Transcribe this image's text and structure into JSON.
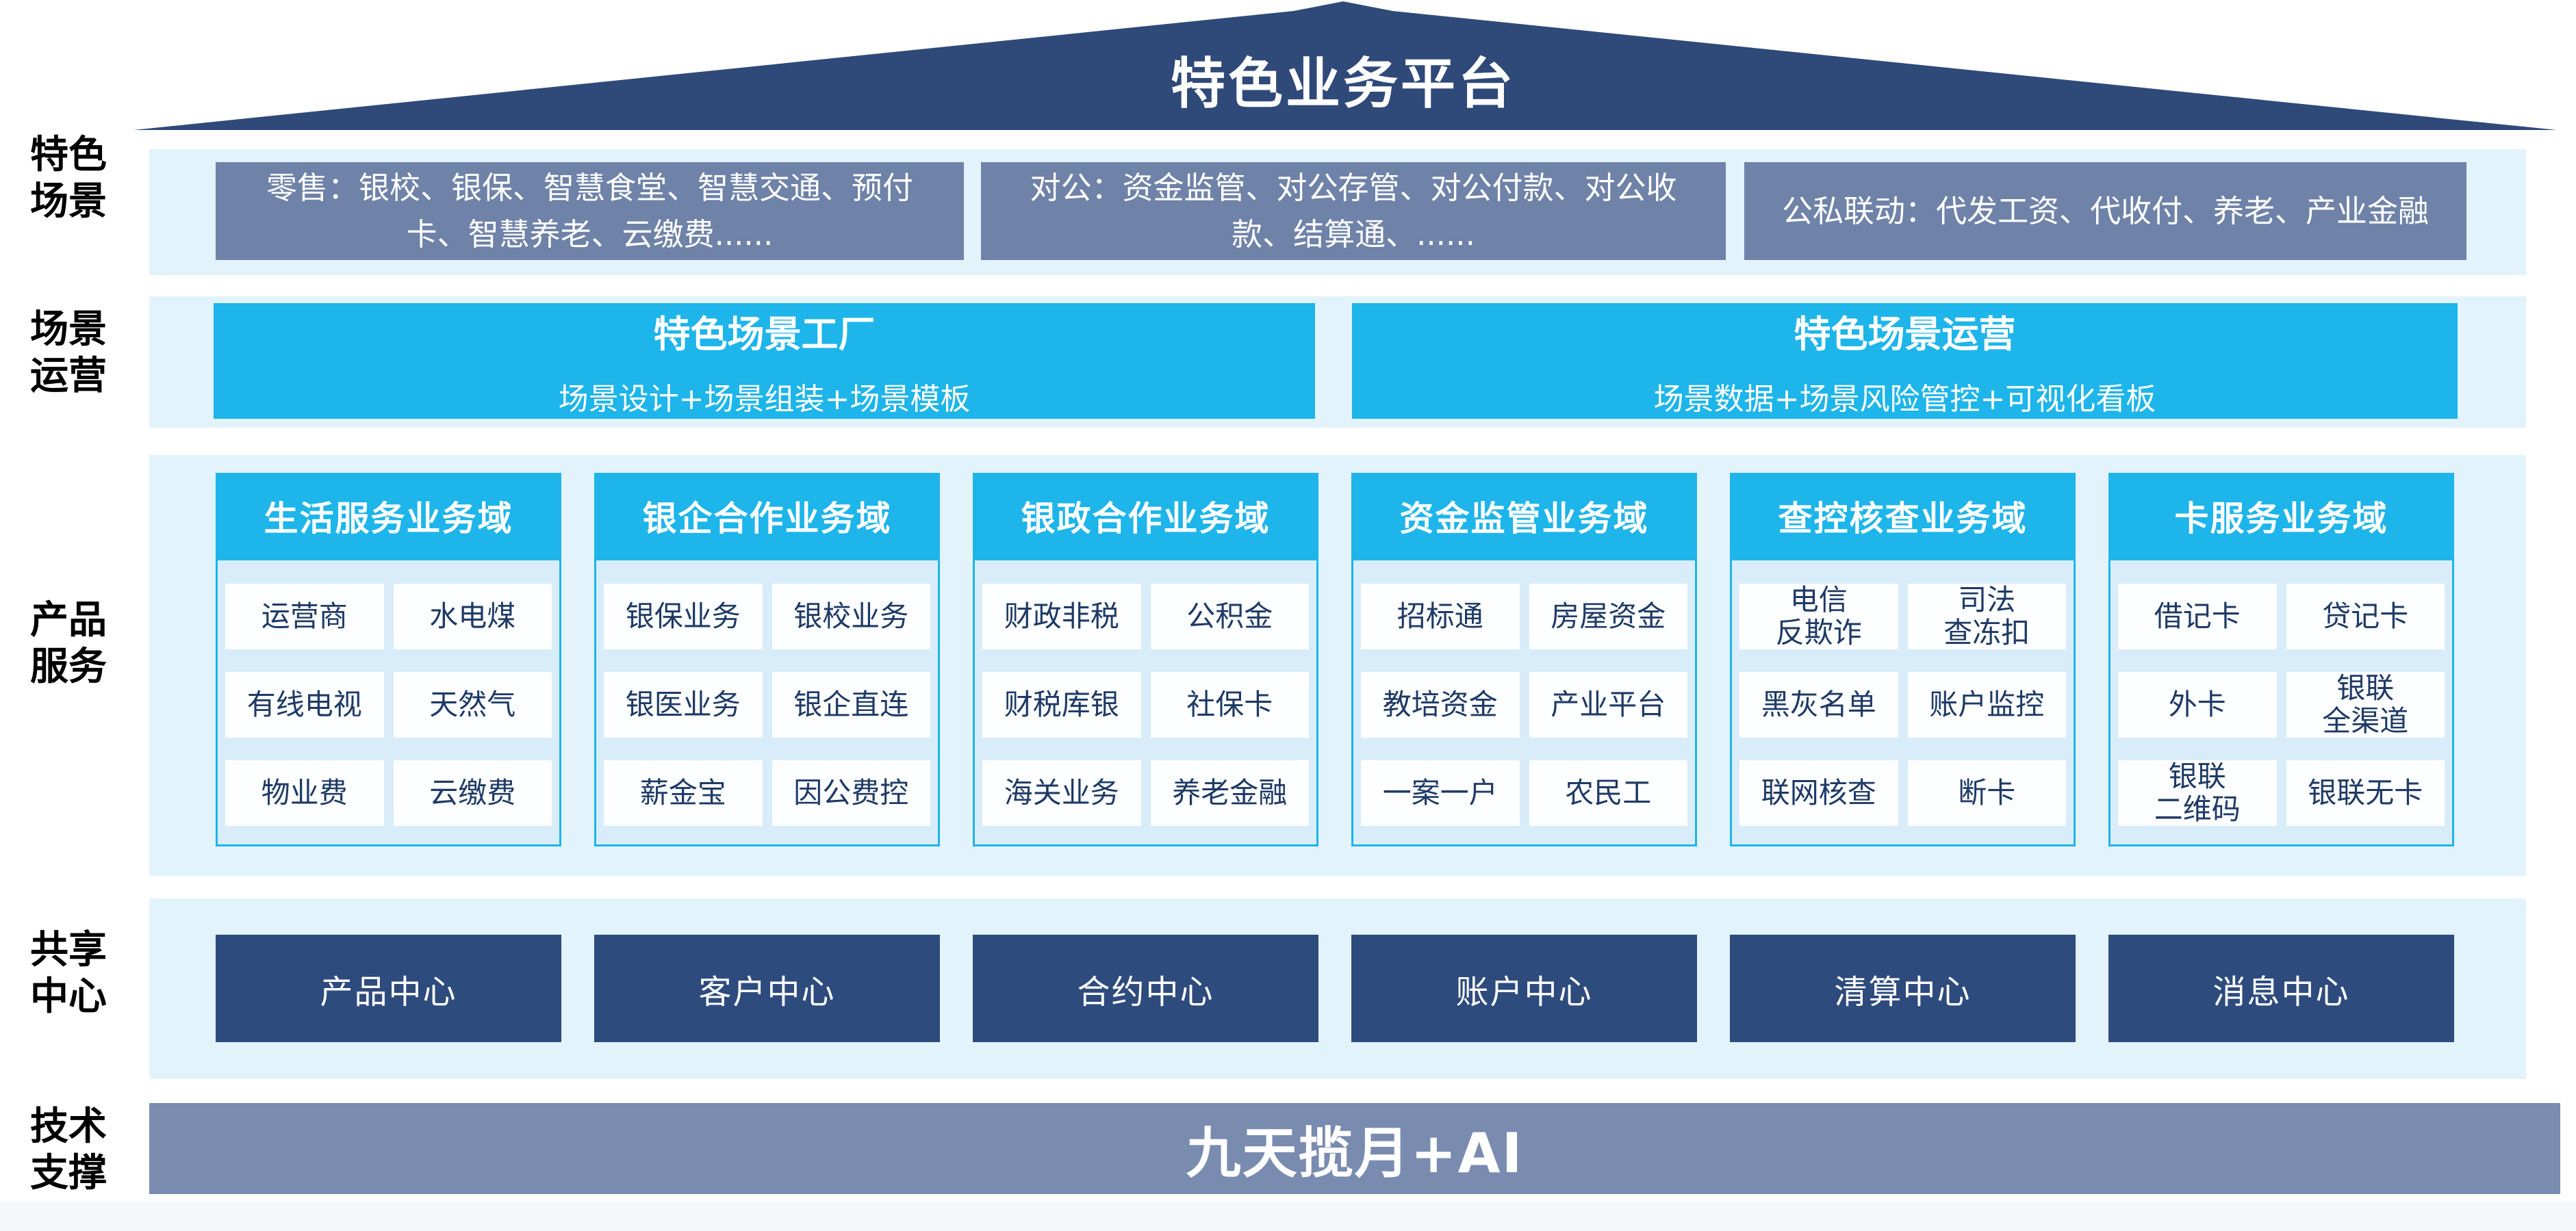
{
  "colors": {
    "roof_navy": "#2F4979",
    "scene_gray_blue": "#6F82A8",
    "band_light_blue": "#E2F3FB",
    "cyan_accent": "#1DB5EA",
    "column_body_blue": "#D8EDF9",
    "cell_text_navy": "#1E3A66",
    "center_navy": "#2E4B7D",
    "tech_gray_blue": "#7A8BB0"
  },
  "roof": {
    "title": "特色业务平台"
  },
  "side_labels": [
    {
      "id": "featured-scenes",
      "text": "特色\n场景"
    },
    {
      "id": "scene-operation",
      "text": "场景\n运营"
    },
    {
      "id": "product-service",
      "text": "产品\n服务"
    },
    {
      "id": "shared-center",
      "text": "共享\n中心"
    },
    {
      "id": "tech-support",
      "text": "技术\n支撑"
    }
  ],
  "featured_scenes": {
    "boxes": [
      "零售：银校、银保、智慧食堂、智慧交通、预付卡、智慧养老、云缴费......",
      "对公：资金监管、对公存管、对公付款、对公收款、结算通、......",
      "公私联动：代发工资、代收付、养老、产业金融"
    ]
  },
  "scene_operation": {
    "boxes": [
      {
        "title": "特色场景工厂",
        "subtitle": "场景设计+场景组装+场景模板"
      },
      {
        "title": "特色场景运营",
        "subtitle": "场景数据+场景风险管控+可视化看板"
      }
    ]
  },
  "product_service": {
    "columns": [
      {
        "header": "生活服务业务域",
        "cells": [
          "运营商",
          "水电煤",
          "有线电视",
          "天然气",
          "物业费",
          "云缴费"
        ]
      },
      {
        "header": "银企合作业务域",
        "cells": [
          "银保业务",
          "银校业务",
          "银医业务",
          "银企直连",
          "薪金宝",
          "因公费控"
        ]
      },
      {
        "header": "银政合作业务域",
        "cells": [
          "财政非税",
          "公积金",
          "财税库银",
          "社保卡",
          "海关业务",
          "养老金融"
        ]
      },
      {
        "header": "资金监管业务域",
        "cells": [
          "招标通",
          "房屋资金",
          "教培资金",
          "产业平台",
          "一案一户",
          "农民工"
        ]
      },
      {
        "header": "查控核查业务域",
        "cells": [
          "电信\n反欺诈",
          "司法\n查冻扣",
          "黑灰名单",
          "账户监控",
          "联网核查",
          "断卡"
        ]
      },
      {
        "header": "卡服务业务域",
        "cells": [
          "借记卡",
          "贷记卡",
          "外卡",
          "银联\n全渠道",
          "银联\n二维码",
          "银联无卡"
        ]
      }
    ]
  },
  "shared_center": {
    "boxes": [
      "产品中心",
      "客户中心",
      "合约中心",
      "账户中心",
      "清算中心",
      "消息中心"
    ]
  },
  "tech_support": {
    "label": "九天揽月+AI"
  }
}
